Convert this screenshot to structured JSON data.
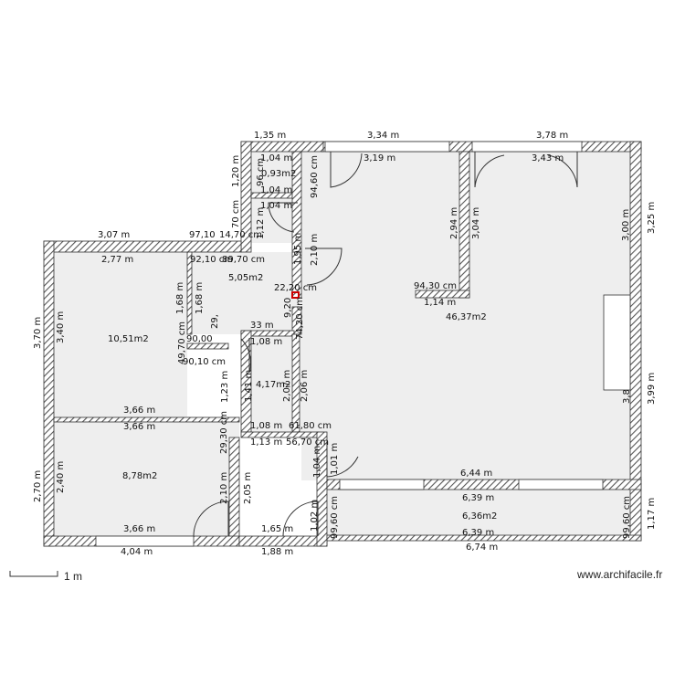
{
  "colors": {
    "wall_hatch": "#555555",
    "floor": "#eeeeee",
    "door": "#333333",
    "accent": "#cc0000"
  },
  "rooms": [
    {
      "id": "living",
      "area": "46,37m2"
    },
    {
      "id": "bedroom1",
      "area": "10,51m2"
    },
    {
      "id": "bedroom2",
      "area": "8,78m2"
    },
    {
      "id": "hall",
      "area": "5,05m2"
    },
    {
      "id": "bath",
      "area": "4,17m2"
    },
    {
      "id": "wc",
      "area": "0,93m2"
    },
    {
      "id": "terrace",
      "area": "6,36m2"
    }
  ],
  "dimensions": [
    {
      "id": "top_1_35",
      "text": "1,35 m"
    },
    {
      "id": "top_3_34",
      "text": "3,34 m"
    },
    {
      "id": "top_3_78",
      "text": "3,78 m"
    },
    {
      "id": "in_3_19",
      "text": "3,19 m"
    },
    {
      "id": "in_3_43",
      "text": "3,43 m"
    },
    {
      "id": "wc_1_04a",
      "text": "1,04 m"
    },
    {
      "id": "wc_1_04b",
      "text": "1,04 m"
    },
    {
      "id": "wc_1_04c",
      "text": "1,04 m"
    },
    {
      "id": "left_3_07",
      "text": "3,07 m"
    },
    {
      "id": "left_2_77",
      "text": "2,77 m"
    },
    {
      "id": "d_97_10",
      "text": "97,10"
    },
    {
      "id": "d_14_70",
      "text": "14,70 cm"
    },
    {
      "id": "d_92_10",
      "text": "92,10 cm"
    },
    {
      "id": "d_89_70",
      "text": "89,70 cm"
    },
    {
      "id": "d_22_20",
      "text": "22,20 cm"
    },
    {
      "id": "d_94_30",
      "text": "94,30 cm"
    },
    {
      "id": "d_1_14",
      "text": "1,14 m"
    },
    {
      "id": "d_33",
      "text": "33 m"
    },
    {
      "id": "d_1_08a",
      "text": "1,08 m"
    },
    {
      "id": "d_1_08b",
      "text": "1,08 m"
    },
    {
      "id": "d_90_00",
      "text": "90,00"
    },
    {
      "id": "d_90_10",
      "text": "90,10 cm"
    },
    {
      "id": "d_3_66a",
      "text": "3,66 m"
    },
    {
      "id": "d_3_66b",
      "text": "3,66 m"
    },
    {
      "id": "d_3_66c",
      "text": "3,66 m"
    },
    {
      "id": "d_4_04",
      "text": "4,04 m"
    },
    {
      "id": "d_1_13",
      "text": "1,13 m"
    },
    {
      "id": "d_56_70",
      "text": "56,70 cm"
    },
    {
      "id": "d_61_80",
      "text": "61,80 cm"
    },
    {
      "id": "d_1_65",
      "text": "1,65 m"
    },
    {
      "id": "d_1_88",
      "text": "1,88 m"
    },
    {
      "id": "d_6_44",
      "text": "6,44 m"
    },
    {
      "id": "d_6_39a",
      "text": "6,39 m"
    },
    {
      "id": "d_6_39b",
      "text": "6,39 m"
    },
    {
      "id": "d_6_74",
      "text": "6,74 m"
    },
    {
      "id": "v_1_20",
      "text": "1,20 m"
    },
    {
      "id": "v_96",
      "text": "96 cm"
    },
    {
      "id": "v_94_60",
      "text": "94,60 cm"
    },
    {
      "id": "v_1_12",
      "text": "1,12 m"
    },
    {
      "id": "v_70",
      "text": "70 cm"
    },
    {
      "id": "v_1_95",
      "text": "1,95 m"
    },
    {
      "id": "v_2_10a",
      "text": "2,10 m"
    },
    {
      "id": "v_2_94",
      "text": "2,94 m"
    },
    {
      "id": "v_3_04",
      "text": "3,04 m"
    },
    {
      "id": "v_3_00",
      "text": "3,00 m"
    },
    {
      "id": "v_3_25",
      "text": "3,25 m"
    },
    {
      "id": "v_3_70",
      "text": "3,70 m"
    },
    {
      "id": "v_3_40",
      "text": "3,40 m"
    },
    {
      "id": "v_1_68a",
      "text": "1,68 m"
    },
    {
      "id": "v_1_68b",
      "text": "1,68 m"
    },
    {
      "id": "v_29",
      "text": "29,"
    },
    {
      "id": "v_49_70",
      "text": "49,70 cm"
    },
    {
      "id": "v_9_20",
      "text": "9,20"
    },
    {
      "id": "v_74_20",
      "text": "74,20 cm"
    },
    {
      "id": "v_1_23",
      "text": "1,23 m"
    },
    {
      "id": "v_1_41",
      "text": "1,41 m"
    },
    {
      "id": "v_2_07",
      "text": "2,07 m"
    },
    {
      "id": "v_2_06",
      "text": "2,06 m"
    },
    {
      "id": "v_3_8",
      "text": "3,8"
    },
    {
      "id": "v_3_99",
      "text": "3,99 m"
    },
    {
      "id": "v_29_30",
      "text": "29,30 cm"
    },
    {
      "id": "v_2_70",
      "text": "2,70 m"
    },
    {
      "id": "v_2_40",
      "text": "2,40 m"
    },
    {
      "id": "v_2_10b",
      "text": "2,10 m"
    },
    {
      "id": "v_2_05",
      "text": "2,05 m"
    },
    {
      "id": "v_1_04",
      "text": "1,04 m"
    },
    {
      "id": "v_1_01",
      "text": "1,01 m"
    },
    {
      "id": "v_1_02",
      "text": "1,02 m"
    },
    {
      "id": "v_99_60a",
      "text": "99,60 cm"
    },
    {
      "id": "v_99_60b",
      "text": "99,60 cm"
    },
    {
      "id": "v_1_17",
      "text": "1,17 m"
    }
  ],
  "scale": {
    "label": "1 m"
  },
  "watermark": "www.archifacile.fr"
}
